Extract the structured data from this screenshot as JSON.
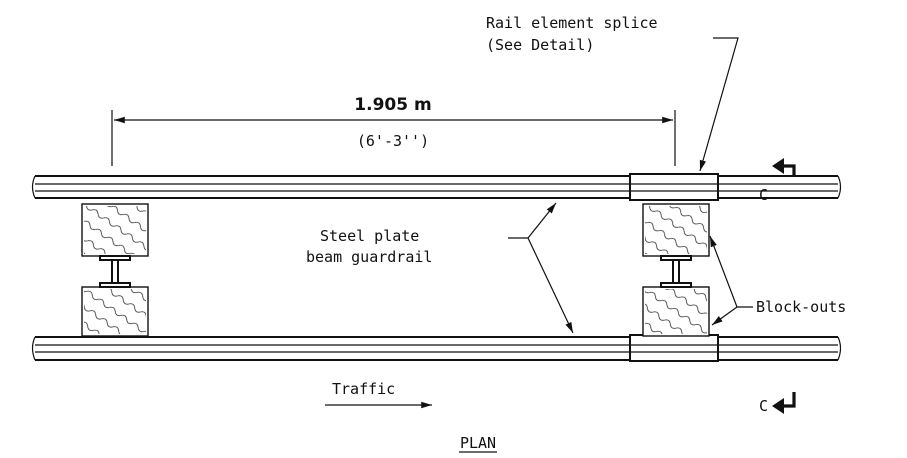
{
  "labels": {
    "splice_line1": "Rail element splice",
    "splice_line2": "(See Detail)",
    "dimension_metric": "1.905 m",
    "dimension_imperial": "(6'-3'')",
    "guardrail_line1": "Steel plate",
    "guardrail_line2": "beam guardrail",
    "blockouts": "Block-outs",
    "traffic": "Traffic",
    "plan": "PLAN",
    "section_top": "C",
    "section_bottom": "C"
  }
}
